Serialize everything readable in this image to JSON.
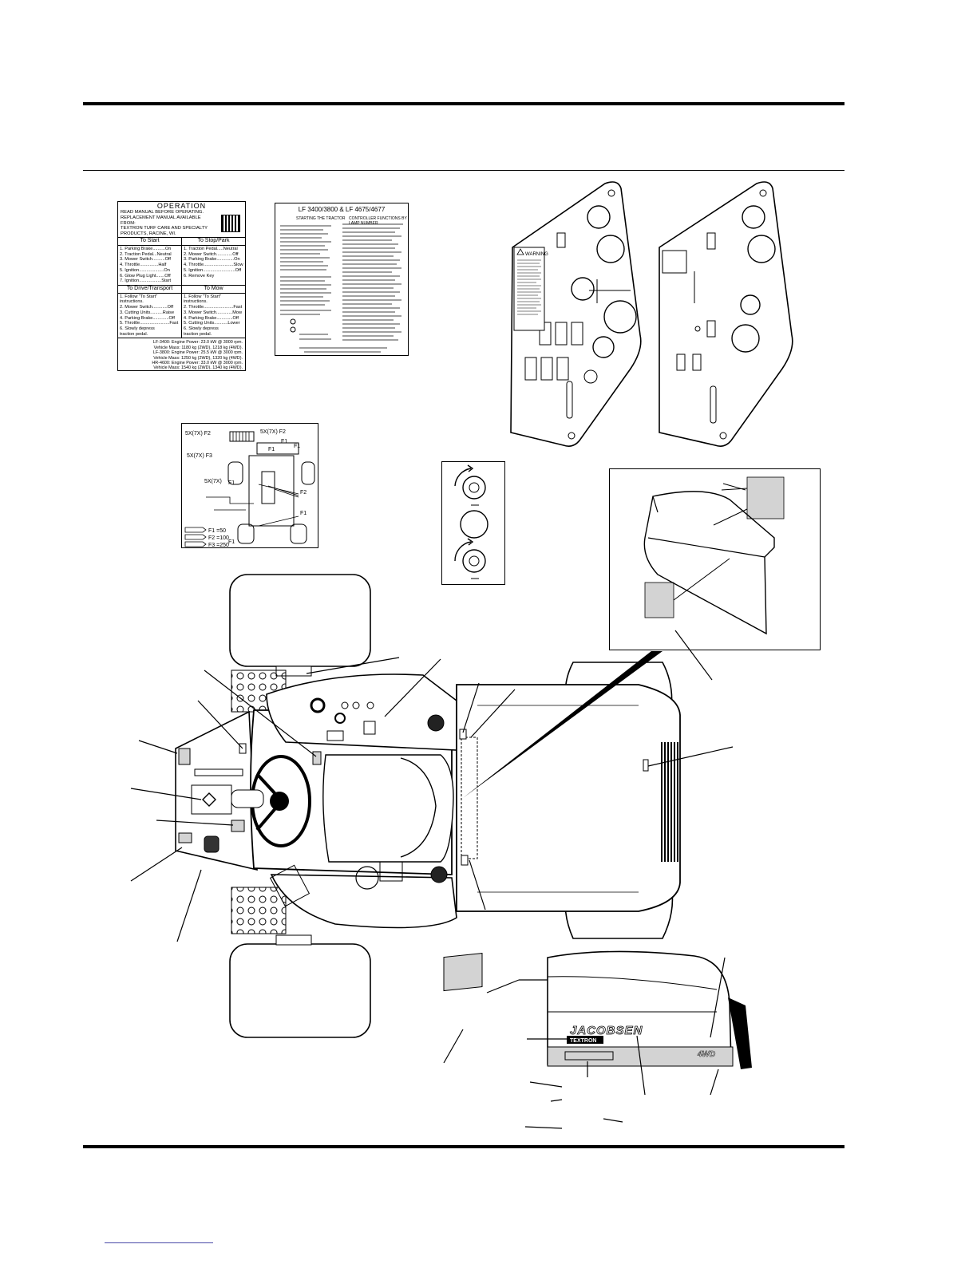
{
  "operation_decal": {
    "title": "OPERATION",
    "header_lines": [
      "READ MANUAL BEFORE OPERATING.",
      "REPLACEMENT MANUAL AVAILABLE FROM:",
      "TEXTRON TURF CARE AND SPECIALTY",
      "PRODUCTS, RACINE, WI."
    ],
    "to_start": {
      "heading": "To Start",
      "items": [
        "1. Parking Brake..........On",
        "2. Traction Pedal...Neutral",
        "3. Mower Switch..........Off",
        "4. Throttle...............Half",
        "5. Ignition....................On",
        "6. Glow Plug Light.......Off",
        "7. Ignition..................Start"
      ]
    },
    "to_stop": {
      "heading": "To Stop/Park",
      "items": [
        "1. Traction Pedal.....Neutral",
        "2. Mower Switch.............Off",
        "3. Parking Brake..............On",
        "4. Throttle........................Slow",
        "5. Ignition..........................Off",
        "6. Remove Key"
      ]
    },
    "to_drive": {
      "heading": "To Drive/Transport",
      "items": [
        "1. Follow \"To Start\"",
        "   instructions.",
        "2. Mower Switch............Off",
        "3. Cutting Units..........Raise",
        "4. Parking Brake.............Off",
        "5. Throttle........................Fast",
        "6. Slowly depress",
        "   traction pedal."
      ]
    },
    "to_mow": {
      "heading": "To Mow",
      "items": [
        "1. Follow \"To Start\"",
        "   instructions.",
        "2. Throttle........................Fast",
        "3. Mower Switch.............Mow",
        "4. Parking Brake.............Off",
        "5. Cutting Units...........Lower",
        "6. Slowly depress",
        "   traction pedal."
      ]
    },
    "specs": [
      "LF-3400: Engine Power: 23.0 kW @ 3000 rpm.",
      "Vehicle Mass: 1180 kg (2WD), 1218 kg (4WD).",
      "LF-3800: Engine Power: 25.5 kW @ 3000 rpm.",
      "Vehicle Mass: 1250 kg (2WD), 1320 kg (4WD).",
      "HR-4600: Engine Power: 33.0 kW @ 3000 rpm.",
      "Vehicle Mass: 1540 kg (2WD), 1340 kg (4WD)."
    ]
  },
  "lf_decal": {
    "title": "LF 3400/3800 & LF 4675/4677",
    "left_heading": "STARTING THE TRACTOR",
    "right_heading": "CONTROLLER FUNCTIONS BY LAMP NUMBER"
  },
  "warning_panel": {
    "label": "WARNING"
  },
  "fuse_decal": {
    "labels": [
      "5X(7X) F2",
      "5X(7X) F2",
      "F1",
      "5X(7X) F3",
      "F1",
      "F1",
      "5X(7X)",
      "F1",
      "F2",
      "F1",
      "F1"
    ],
    "legend": [
      "F1 =50",
      "F2 =100",
      "F3 =250"
    ]
  },
  "hood_decal": {
    "brand": "JACOBSEN",
    "sub_brand": "TEXTRON",
    "drive_badge": "4WD"
  }
}
